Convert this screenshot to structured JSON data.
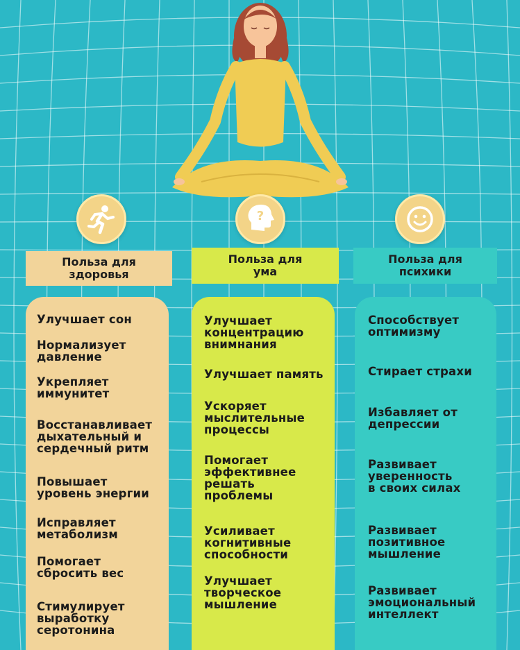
{
  "colors": {
    "background": "#2cb8c6",
    "health": "#f2d49a",
    "mind": "#d8e94a",
    "psyche": "#38cbc4",
    "icon_fill": "#f3d488",
    "figure_body": "#f0cc54",
    "hair": "#a64a34"
  },
  "icons": {
    "health": "running-person-icon",
    "mind": "question-head-icon",
    "psyche": "smiley-face-icon"
  },
  "columns": [
    {
      "header": "Польза для\nздоровья",
      "items": [
        "Улучшает сон",
        "Нормализует\nдавление",
        "Укрепляет\nиммунитет",
        "Восстанавливает\nдыхательный и\nсердечный ритм",
        "Повышает\nуровень энергии",
        "Исправляет\nметаболизм",
        "Помогает\nсбросить вес",
        "Стимулирует\nвыработку\nсеротонина"
      ]
    },
    {
      "header": "Польза для\nума",
      "items": [
        "Улучшает\nконцентрацию\nвнимнания",
        "Улучшает память",
        "Ускоряет\nмыслительные\nпроцессы",
        "Помогает\nэффективнее\nрешать\nпроблемы",
        "Усиливает\nкогнитивные\nспособности",
        "Улучшает\nтворческое\nмышление"
      ]
    },
    {
      "header": "Польза для\nпсихики",
      "items": [
        "Способствует\nоптимизму",
        "Стирает страхи",
        "Избавляет от\nдепрессии",
        "Развивает\nуверенность\nв своих силах",
        "Развивает\nпозитивное\nмышление",
        "Развивает\nэмоциональный\nинтеллект"
      ]
    }
  ]
}
